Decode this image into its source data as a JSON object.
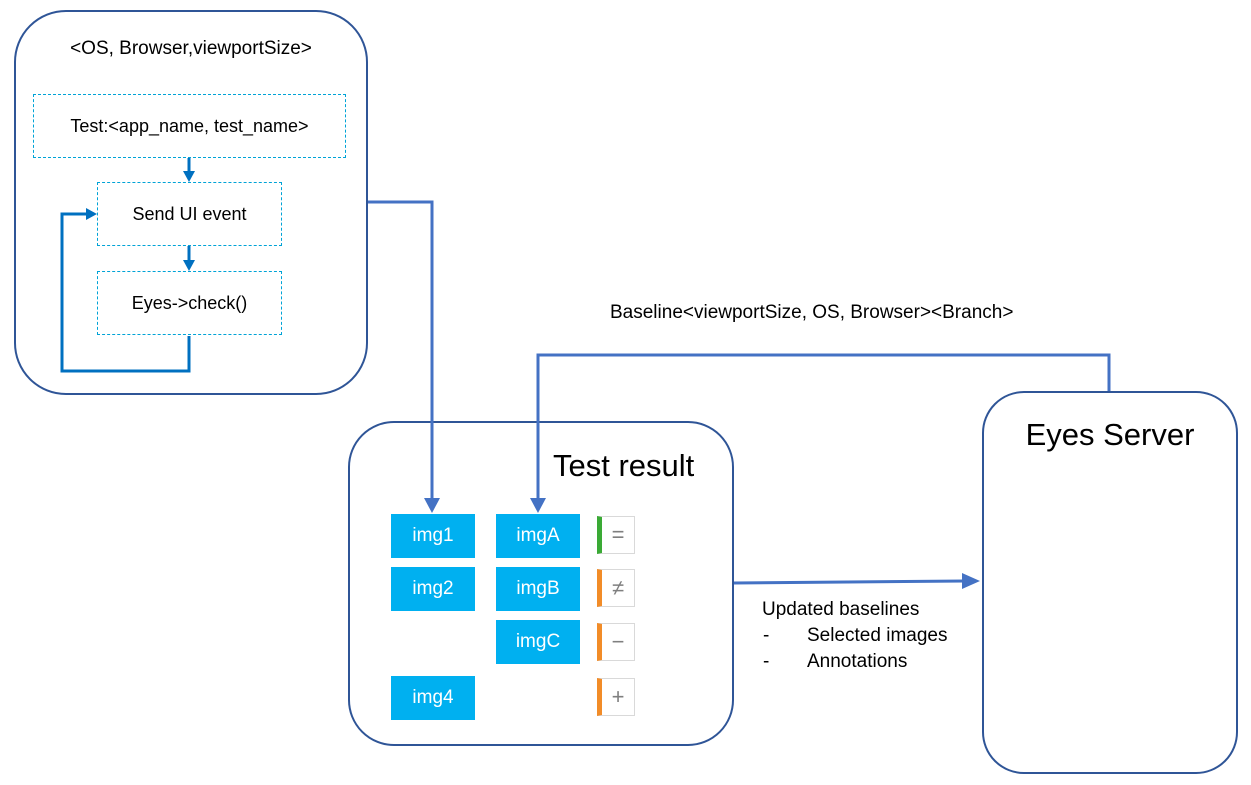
{
  "client": {
    "header": "<OS, Browser,viewportSize>",
    "steps": [
      "Test:<app_name, test_name>",
      "Send UI event",
      "Eyes->check()"
    ]
  },
  "test_result": {
    "title": "Test result",
    "left_images": [
      "img1",
      "img2",
      "img4"
    ],
    "baseline_images": [
      "imgA",
      "imgB",
      "imgC"
    ],
    "status_marks": [
      {
        "symbol": "=",
        "meaning": "equal",
        "color": "#3aaa35"
      },
      {
        "symbol": "≠",
        "meaning": "different",
        "color": "#f28c28"
      },
      {
        "symbol": "−",
        "meaning": "missing",
        "color": "#f28c28"
      },
      {
        "symbol": "+",
        "meaning": "new",
        "color": "#f28c28"
      }
    ]
  },
  "baseline_label": "Baseline<viewportSize, OS, Browser><Branch>",
  "server": {
    "title": "Eyes Server"
  },
  "update_note": {
    "heading": "Updated baselines",
    "bullet_marker": "-",
    "items": [
      "Selected images",
      "Annotations"
    ]
  },
  "colors": {
    "frame": "#2f5597",
    "connector": "#4472c4",
    "flow": "#0070c0",
    "dashed": "#00a3d7",
    "tile": "#00b0f0"
  }
}
